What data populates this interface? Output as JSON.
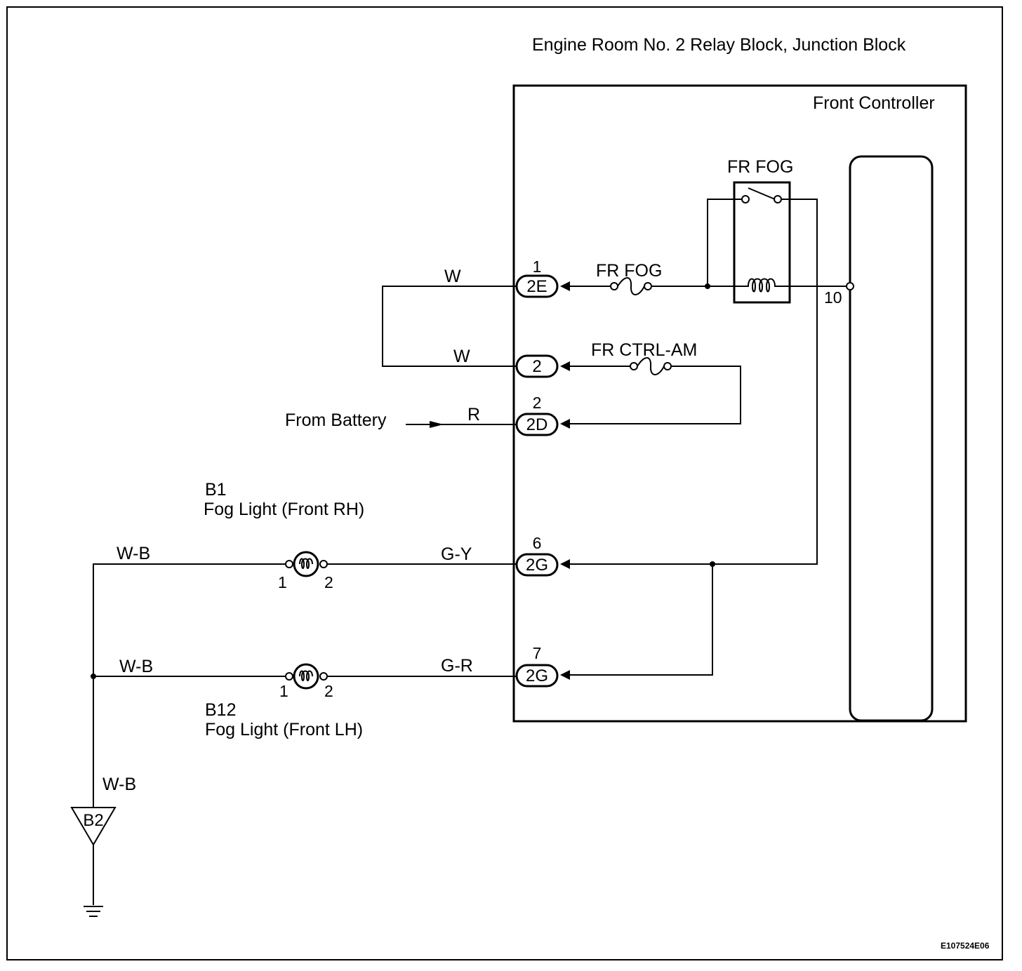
{
  "diagram": {
    "frame_label": "Engine Room No. 2 Relay Block, Junction Block",
    "controller_label": "Front Controller",
    "relay_label": "FR FOG",
    "fuse_fr_fog_label": "FR FOG",
    "fuse_fr_ctrl_am_label": "FR CTRL-AM",
    "battery_label": "From Battery",
    "controller_pin": "10",
    "connectors": [
      {
        "code": "2E",
        "pin": "1",
        "wire": "W"
      },
      {
        "code": "2",
        "pin": "",
        "wire": "W"
      },
      {
        "code": "2D",
        "pin": "2",
        "wire": "R"
      },
      {
        "code": "2G",
        "pin": "6",
        "wire": "G-Y"
      },
      {
        "code": "2G",
        "pin": "7",
        "wire": "G-R"
      }
    ],
    "fog_light_rh": {
      "code": "B1",
      "name": "Fog Light (Front RH)",
      "pin_left": "1",
      "pin_right": "2",
      "ground_wire": "W-B"
    },
    "fog_light_lh": {
      "code": "B12",
      "name": "Fog Light (Front LH)",
      "pin_left": "1",
      "pin_right": "2",
      "ground_wire": "W-B"
    },
    "ground": {
      "code": "B2",
      "wire": "W-B"
    },
    "figure_id": "E107524E06"
  }
}
